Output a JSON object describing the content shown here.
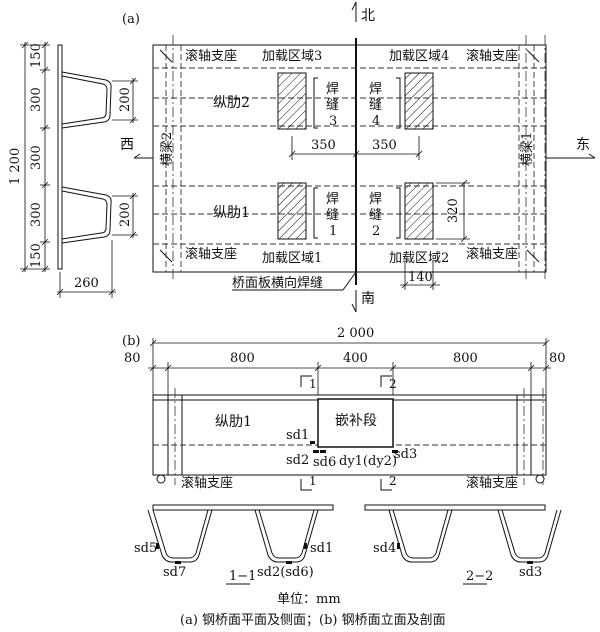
{
  "panel_a": {
    "label": "(a)",
    "north": "北",
    "south": "南",
    "east": "东",
    "west": "西",
    "loading_zones": [
      "加载区域1",
      "加载区域2",
      "加载区域3",
      "加载区域4"
    ],
    "roller_support": "滚轴支座",
    "rib1": "纵肋1",
    "rib2": "纵肋2",
    "welds": [
      {
        "line1": "焊",
        "line2": "缝",
        "line3": "1"
      },
      {
        "line1": "焊",
        "line2": "缝",
        "line3": "2"
      },
      {
        "line1": "焊",
        "line2": "缝",
        "line3": "3"
      },
      {
        "line1": "焊",
        "line2": "缝",
        "line3": "4"
      }
    ],
    "beam1": "横梁1",
    "beam2": "横梁2",
    "transverse_weld": "桥面板横向焊缝",
    "dims": {
      "d350a": "350",
      "d350b": "350",
      "d320": "320",
      "d140": "140"
    }
  },
  "side_view": {
    "total": "1 200",
    "segs": [
      "150",
      "300",
      "300",
      "300",
      "150"
    ],
    "rib_h1": "200",
    "rib_h2": "200",
    "width": "260"
  },
  "panel_b": {
    "label": "(b)",
    "total": "2 000",
    "segs": [
      "80",
      "800",
      "400",
      "800",
      "80"
    ],
    "rib1": "纵肋1",
    "insert": "嵌补段",
    "sd1": "sd1",
    "sd2": "sd2",
    "sd6": "sd6",
    "dy": "dy1(dy2)",
    "sd3": "sd3",
    "roller_left": "滚轴支座",
    "roller_right": "滚轴支座",
    "sec1": "1",
    "sec2": "2"
  },
  "sections": {
    "sd5": "sd5",
    "sd1": "sd1",
    "sd7": "sd7",
    "sd2_6": "sd2(sd6)",
    "label_11": "1−1",
    "sd4": "sd4",
    "sd3": "sd3",
    "label_22": "2−2"
  },
  "units": "单位：mm",
  "caption": "(a) 钢桥面平面及侧面；(b) 钢桥面立面及剖面"
}
